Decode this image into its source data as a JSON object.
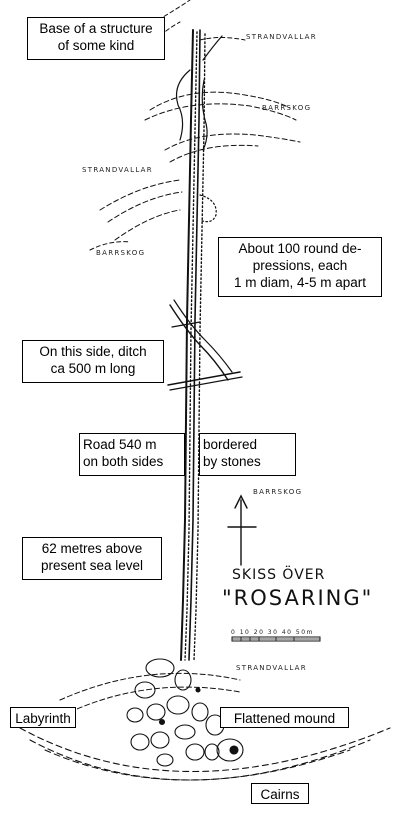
{
  "annotations": {
    "base_structure": "Base of a structure\nof some kind",
    "depressions": "About 100 round de-\npressions, each\n1 m diam, 4-5 m apart",
    "ditch": "On this side, ditch\nca 500 m long",
    "road_left": "Road 540 m\non both sides",
    "road_right": "bordered\nby stones",
    "elevation": "62 metres above\npresent sea level",
    "labyrinth": "Labyrinth",
    "flattened_mound": "Flattened mound",
    "cairns": "Cairns"
  },
  "map_words": {
    "strandvallar_top": "STRANDVALLAR",
    "barrskog_1": "BARRSKOG",
    "strandvallar_left": "STRANDVALLAR",
    "barrskog_left": "BARRSKOG",
    "barrskog_right": "BARRSKOG",
    "strandvallar_bottom": "STRANDVALLAR"
  },
  "title": {
    "line1": "SKISS ÖVER",
    "line2": "\"ROSARING\""
  },
  "scale": {
    "ticks": "0 10 20 30 40 50m"
  }
}
